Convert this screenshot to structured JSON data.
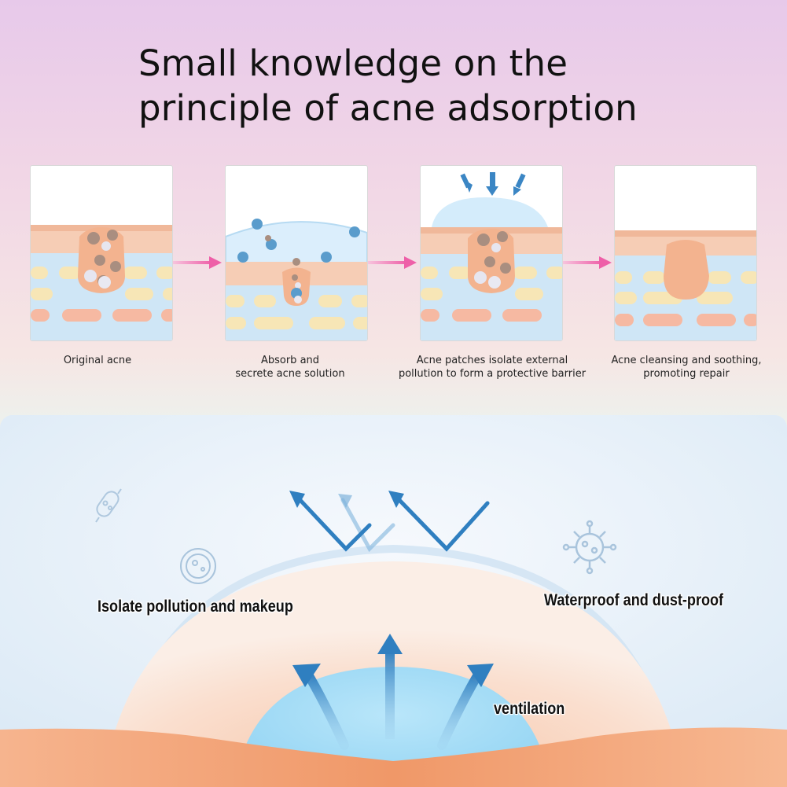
{
  "title": {
    "line1": "Small knowledge on the",
    "line2": "principle of acne adsorption"
  },
  "steps": [
    {
      "line1": "Original acne",
      "line2": ""
    },
    {
      "line1": "Absorb and",
      "line2": "secrete acne solution"
    },
    {
      "line1": "Acne patches isolate external",
      "line2": "pollution to form a protective barrier"
    },
    {
      "line1": "Acne cleansing and soothing,",
      "line2": "promoting repair"
    }
  ],
  "diagram": {
    "isolate_label": "Isolate pollution and makeup",
    "waterproof_label": "Waterproof and dust-proof",
    "ventilation_label": "ventilation"
  },
  "icons": {
    "connector": "pink-arrow-right-icon",
    "bacteria_1": "bacteria-icon",
    "bacteria_2": "cell-icon",
    "bacteria_3": "virus-icon"
  },
  "colors": {
    "skin": "#f6c9b0",
    "pore": "#f3b38f",
    "dermis": "#cfe6f6",
    "patch": "#a8dff6",
    "arrow_blue": "#3b86c4",
    "connector_pink": "#ee5fa8"
  }
}
